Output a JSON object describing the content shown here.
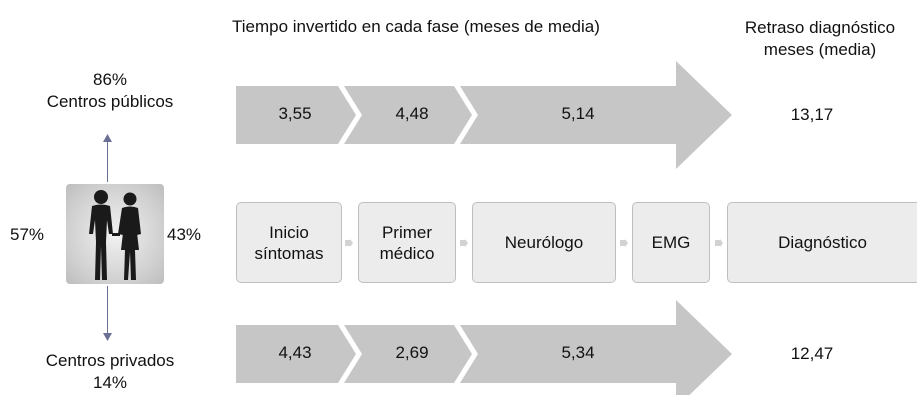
{
  "header": {
    "phases_title": "Tiempo invertido en cada fase (meses de media)",
    "delay_title_line1": "Retraso diagnóstico",
    "delay_title_line2": "meses (media)"
  },
  "public": {
    "percent": "86%",
    "label": "Centros públicos",
    "values": [
      "3,55",
      "4,48",
      "5,14"
    ],
    "total": "13,17"
  },
  "private": {
    "percent": "14%",
    "label": "Centros privados",
    "values": [
      "4,43",
      "2,69",
      "5,34"
    ],
    "total": "12,47"
  },
  "gender": {
    "left_percent": "57%",
    "right_percent": "43%"
  },
  "steps": {
    "s1_line1": "Inicio",
    "s1_line2": "síntomas",
    "s2_line1": "Primer",
    "s2_line2": "médico",
    "s3": "Neurólogo",
    "s4": "EMG",
    "s5": "Diagnóstico"
  },
  "colors": {
    "arrow_fill": "#c6c6c6",
    "step_fill": "#ececec",
    "step_border": "#bfbfbf",
    "connector": "#6a6f96"
  },
  "icons": {
    "people": "man-and-woman-silhouette-icon",
    "connector": "small-arrow-icon"
  }
}
